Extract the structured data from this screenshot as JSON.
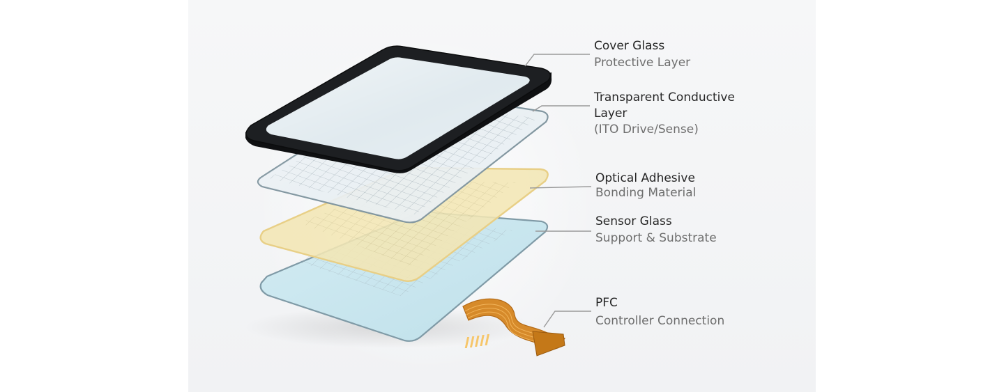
{
  "labels": {
    "cover_glass": {
      "title": "Cover Glass",
      "subtitle": "Protective Layer"
    },
    "conductive_layer": {
      "title_line1": "Transparent Conductive",
      "title_line2": "Layer",
      "subtitle": "(ITO Drive/Sense)"
    },
    "optical_adhesive": {
      "title": "Optical Adhesive",
      "subtitle": "Bonding Material"
    },
    "sensor_glass": {
      "title": "Sensor Glass",
      "subtitle": "Support & Substrate"
    },
    "pfc": {
      "title": "PFC",
      "subtitle": "Controller Connection"
    }
  },
  "colors": {
    "cover_frame": "#1d1f22",
    "cover_glass": "#dfe9ee",
    "ito_glass": "#e7eef2",
    "ito_grid": "#a9b6be",
    "adhesive": "#f3e6b4",
    "adhesive_edge": "#e8cf86",
    "sensor_glass": "#c9e6ef",
    "sensor_edge": "#7f9aa6",
    "flex_cable": "#d68a2a",
    "leader_line": "#9a9a9a"
  }
}
